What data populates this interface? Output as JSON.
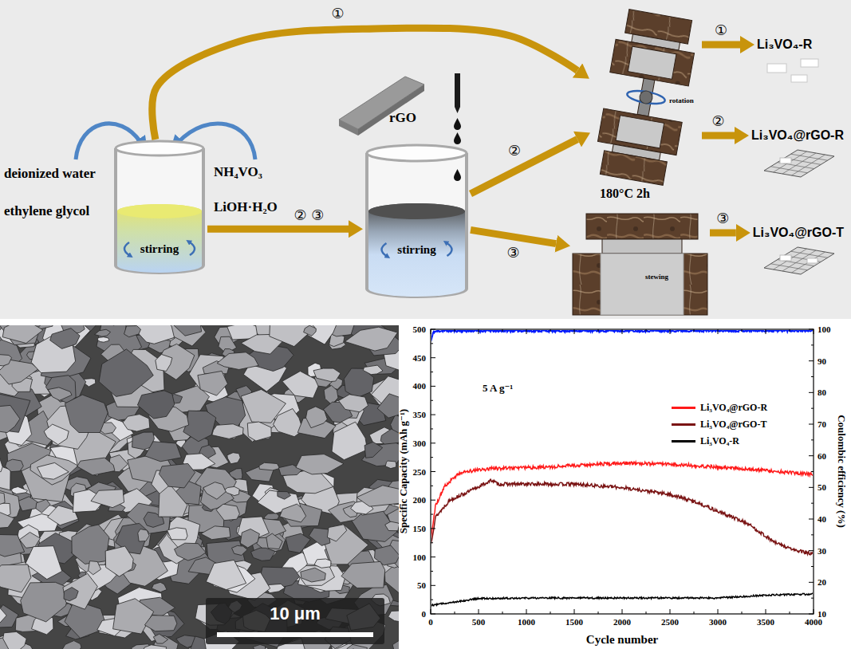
{
  "diagram": {
    "nodes": [
      {
        "text": [
          "stirring"
        ]
      },
      {
        "text": [
          "stirring"
        ]
      },
      {
        "text": [
          "rotation"
        ]
      },
      {
        "text": [
          "stewing"
        ]
      },
      {
        "text": [
          "Li₃VO₄-R"
        ]
      },
      {
        "text": [
          "Li₃VO₄@rGO-R"
        ]
      },
      {
        "text": [
          "Li₃VO₄@rGO-T"
        ]
      }
    ],
    "edges": [
      {
        "from": 0,
        "to": 2,
        "arrow": "to",
        "label": "①"
      },
      {
        "from": 0,
        "to": 1,
        "arrow": "to",
        "label": "② ③"
      },
      {
        "from": 1,
        "to": 2,
        "arrow": "to",
        "label": "②"
      },
      {
        "from": 1,
        "to": 3,
        "arrow": "to",
        "label": "③"
      },
      {
        "from": 2,
        "to": 4,
        "arrow": "to",
        "label": "①"
      },
      {
        "from": 2,
        "to": 5,
        "arrow": "to",
        "label": "②"
      },
      {
        "from": 3,
        "to": 6,
        "arrow": "to",
        "label": "③"
      }
    ],
    "labels": [
      "deionized water",
      "ethylene glycol",
      "NH₄VO₃",
      "LiOH·H₂O",
      "rGO",
      "180°C 2h",
      "10 μm",
      "5 A g⁻¹",
      "Specific Capacity (mAh g⁻¹)",
      "Coulombic efficiency (%)",
      "Cycle number",
      "0",
      "50",
      "100",
      "150",
      "200",
      "250",
      "300",
      "350",
      "400",
      "450",
      "500",
      "10",
      "20",
      "30",
      "40",
      "50",
      "60",
      "70",
      "80",
      "90",
      "100",
      "0",
      "500",
      "1000",
      "1500",
      "2000",
      "2500",
      "3000",
      "3500",
      "4000"
    ],
    "legend": [
      {
        "text": "Li₃VO₄@rGO-R",
        "color": "#ff1a1a"
      },
      {
        "text": "Li₃VO₄@rGO-T",
        "color": "#7a1414"
      },
      {
        "text": "Li₃VO₄-R",
        "color": "#000000"
      }
    ]
  }
}
